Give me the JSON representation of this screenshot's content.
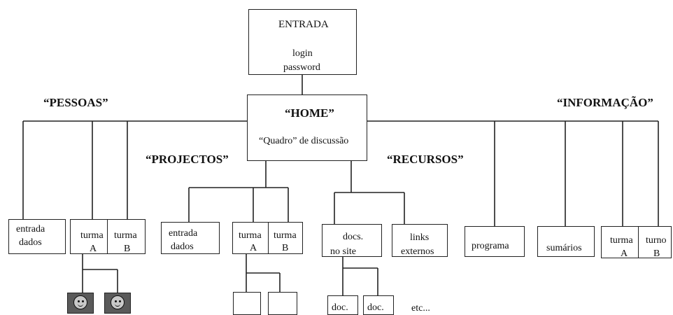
{
  "entrada": {
    "title": "ENTRADA",
    "line1": "login",
    "line2": "password"
  },
  "home": {
    "title": "“HOME”",
    "subtitle": "“Quadro” de discussão"
  },
  "sections": {
    "pessoas": "“PESSOAS”",
    "projectos": "“PROJECTOS”",
    "recursos": "“RECURSOS”",
    "informacao": "“INFORMAÇÃO”"
  },
  "pessoas": {
    "entrada_dados": [
      "entrada",
      "dados"
    ],
    "turma_a": [
      "turma",
      "A"
    ],
    "turma_b": [
      "turma",
      "B"
    ],
    "avatars": [
      "smiley-icon",
      "smiley-icon"
    ]
  },
  "projectos": {
    "entrada_dados": [
      "entrada",
      "dados"
    ],
    "turma_a": [
      "turma",
      "A"
    ],
    "turma_b": [
      "turma",
      "B"
    ]
  },
  "recursos": {
    "docs": [
      "docs.",
      "no site"
    ],
    "links": [
      "links",
      "externos"
    ],
    "doc1": "doc.",
    "doc2": "doc.",
    "etc": "etc..."
  },
  "informacao": {
    "programa": "programa",
    "sumarios": "sumários",
    "turma_a": [
      "turma",
      "A"
    ],
    "turno_b": [
      "turno",
      "B"
    ]
  }
}
